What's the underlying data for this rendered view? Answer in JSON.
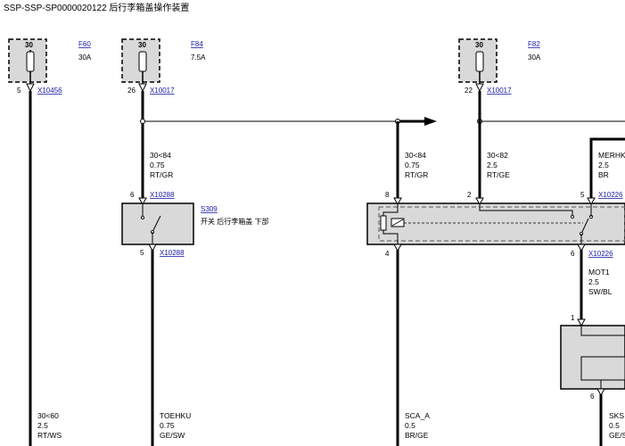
{
  "title": "SSP-SSP-SP0000020122 后行李箱盖操作装置",
  "fuses": [
    {
      "id": "F60",
      "terminal": "30",
      "rating": "30A",
      "pin": "5",
      "connector": "X10456"
    },
    {
      "id": "F84",
      "terminal": "30",
      "rating": "7.5A",
      "pin": "26",
      "connector": "X10017"
    },
    {
      "id": "F82",
      "terminal": "30",
      "rating": "30A",
      "pin": "22",
      "connector": "X10017"
    }
  ],
  "wires": {
    "w_f84": {
      "name": "30<84",
      "size": "0.75",
      "color": "RT/GR"
    },
    "w_mid": {
      "name": "30<84",
      "size": "0.75",
      "color": "RT/GR"
    },
    "w_f82": {
      "name": "30<82",
      "size": "2.5",
      "color": "RT/GE"
    },
    "w_merh": {
      "name": "MERHK",
      "size": "2.5",
      "color": "BR"
    },
    "w_mot1": {
      "name": "MOT1",
      "size": "2.5",
      "color": "SW/BL"
    },
    "w_f60": {
      "name": "30<60",
      "size": "2.5",
      "color": "RT/WS"
    },
    "w_toehku": {
      "name": "TOEHKU",
      "size": "0.75",
      "color": "GE/SW"
    },
    "w_sca": {
      "name": "SCA_A",
      "size": "0.5",
      "color": "BR/GE"
    },
    "w_sks": {
      "name": "SKS",
      "size": "0.5",
      "color": "GE/S"
    }
  },
  "switch": {
    "id": "S309",
    "description": "开关 后行李箱盖 下部",
    "pin_top": "6",
    "conn_top": "X10288",
    "pin_bottom": "5",
    "conn_bottom": "X10288"
  },
  "relay": {
    "pin_left_top": "8",
    "pin_mid_top": "2",
    "pin_right_top": "5",
    "conn_right_top": "X10226",
    "pin_left_bottom": "4",
    "pin_right_bottom": "6",
    "conn_right_bottom": "X10226"
  },
  "motor": {
    "pin_top": "1",
    "pin_bottom": "6"
  }
}
